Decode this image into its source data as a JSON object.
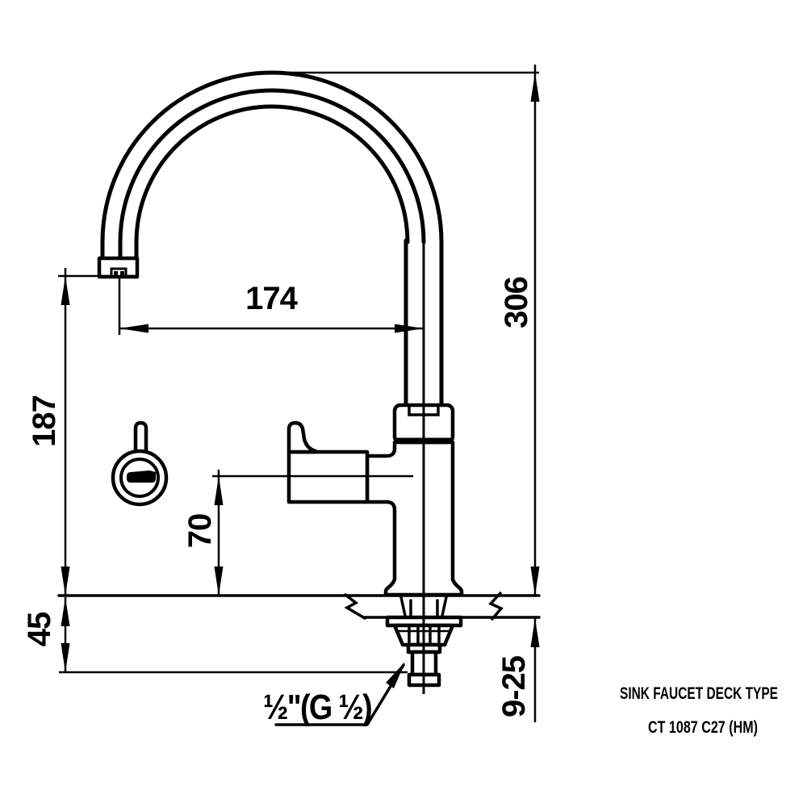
{
  "drawing": {
    "title": "SINK FAUCET DECK TYPE",
    "model": "CT 1087 C27 (HM)",
    "dimensions": {
      "spout_reach": "174",
      "overall_height": "306",
      "spout_tip_height": "187",
      "handle_centerline_height": "70",
      "under_deck_length": "45",
      "deck_thickness_range": "9-25"
    },
    "thread_label": "½\"(G ½)",
    "colors": {
      "line": "#000000",
      "background": "#ffffff"
    }
  }
}
